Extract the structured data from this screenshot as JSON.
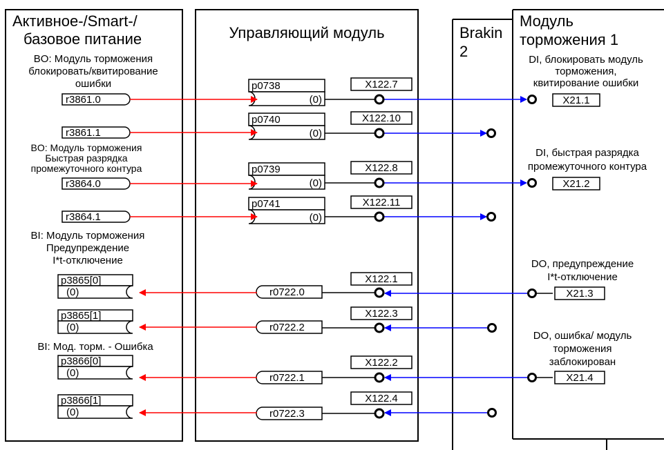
{
  "left": {
    "title_lines": [
      "Активное-/Smart-/",
      "базовое питание"
    ],
    "bo1_lines": [
      "BO: Модуль торможения",
      "блокировать/квитирование",
      "ошибки"
    ],
    "bo2_lines": [
      "BO: Модуль торможения",
      "Быстрая разрядка",
      "промежуточного контура"
    ],
    "bi1_lines": [
      "BI: Модуль торможения",
      "Предупреждение",
      "I*t-отключение"
    ],
    "bi2_label": "BI: Мод. торм. - Ошибка",
    "outputs": [
      "r3861.0",
      "r3861.1",
      "r3864.0",
      "r3864.1"
    ],
    "inputs": [
      {
        "name": "p3865[0]",
        "value": "(0)"
      },
      {
        "name": "p3865[1]",
        "value": "(0)"
      },
      {
        "name": "p3866[0]",
        "value": "(0)"
      },
      {
        "name": "p3866[1]",
        "value": "(0)"
      }
    ]
  },
  "control": {
    "title": "Управляющий модуль",
    "params_in": [
      {
        "name": "p0738",
        "value": "(0)",
        "terminal": "X122.7"
      },
      {
        "name": "p0740",
        "value": "(0)",
        "terminal": "X122.10"
      },
      {
        "name": "p0739",
        "value": "(0)",
        "terminal": "X122.8"
      },
      {
        "name": "p0741",
        "value": "(0)",
        "terminal": "X122.11"
      }
    ],
    "params_out": [
      {
        "name": "r0722.0",
        "terminal": "X122.1"
      },
      {
        "name": "r0722.2",
        "terminal": "X122.3"
      },
      {
        "name": "r0722.1",
        "terminal": "X122.2"
      },
      {
        "name": "r0722.3",
        "terminal": "X122.4"
      }
    ]
  },
  "braking2": {
    "title_lines": [
      "Brakin",
      "2"
    ]
  },
  "braking1": {
    "title_lines": [
      "Модуль",
      "торможения 1"
    ],
    "di1_lines": [
      "DI, блокировать модуль",
      "торможения,",
      "квитирование ошибки"
    ],
    "di2_lines": [
      "DI, быстрая разрядка",
      "промежуточного контура"
    ],
    "do1_lines": [
      "DO, предупреждение",
      "I*t-отключение"
    ],
    "do2_lines": [
      "DO, ошибка/ модуль",
      "торможения",
      "заблокирован"
    ],
    "terminals": [
      "X21.1",
      "X21.2",
      "X21.3",
      "X21.4"
    ]
  },
  "colors": {
    "signal_out": "#ff0000",
    "signal_in": "#0000ff"
  }
}
